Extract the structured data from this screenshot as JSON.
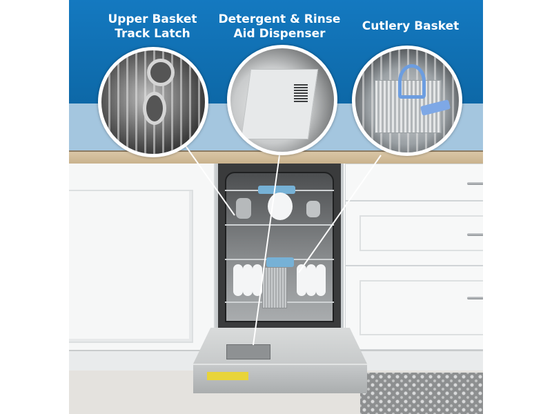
{
  "image": {
    "subject": "Slim built-in dishwasher with door open in a white kitchen",
    "background_colors": {
      "wall_top": "#1479c0",
      "wall_bottom": "#a4c6df",
      "countertop": "#d9c6a6",
      "cabinets": "#f6f7f7",
      "accent_blue_parts": "#76b1d6"
    }
  },
  "callouts": [
    {
      "id": "upper-basket-track-latch",
      "line1": "Upper Basket",
      "line2": "Track Latch"
    },
    {
      "id": "detergent-rinse-aid-dispenser",
      "line1": "Detergent & Rinse",
      "line2": "Aid Dispenser"
    },
    {
      "id": "cutlery-basket",
      "line1": "Cutlery Basket",
      "line2": ""
    }
  ]
}
